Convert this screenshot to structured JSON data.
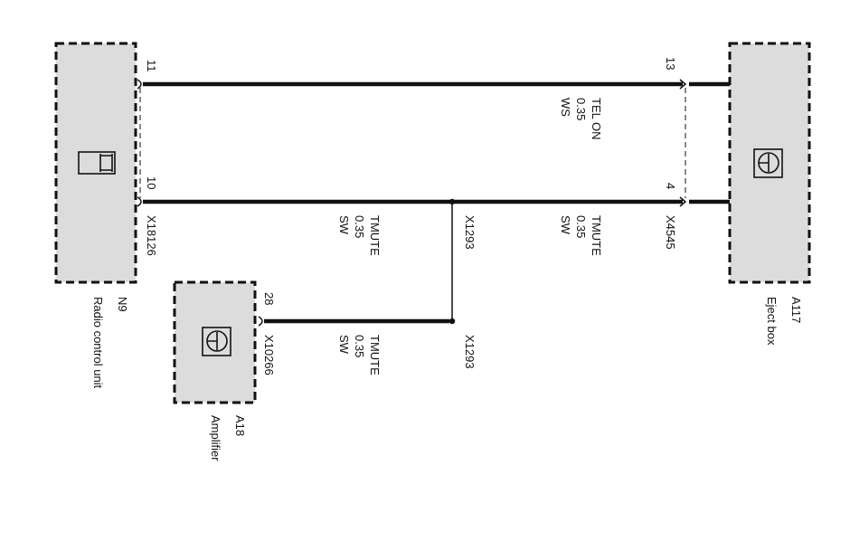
{
  "components": {
    "radio": {
      "id": "N9",
      "name": "Radio control unit",
      "connector": "X18126",
      "pins": [
        "11",
        "10"
      ],
      "icon": "radio-icon"
    },
    "eject": {
      "id": "A117",
      "name": "Eject box",
      "connector": "X4545",
      "pins": [
        "13",
        "4"
      ],
      "icon": "speaker-icon"
    },
    "amp": {
      "id": "A18",
      "name": "Amplifier",
      "connector": "X10266",
      "pins": [
        "28"
      ],
      "icon": "speaker-icon"
    }
  },
  "wires": [
    {
      "signal": "TEL ON",
      "gauge": "0.35",
      "color": "WS"
    },
    {
      "signal": "TMUTE",
      "gauge": "0.35",
      "color": "SW"
    },
    {
      "signal": "TMUTE",
      "gauge": "0.35",
      "color": "SW"
    },
    {
      "signal": "TMUTE",
      "gauge": "0.35",
      "color": "SW"
    }
  ],
  "splices": [
    "X1293",
    "X1293"
  ],
  "colors": {
    "box_fill": "#dcdcdc",
    "line": "#111111"
  }
}
